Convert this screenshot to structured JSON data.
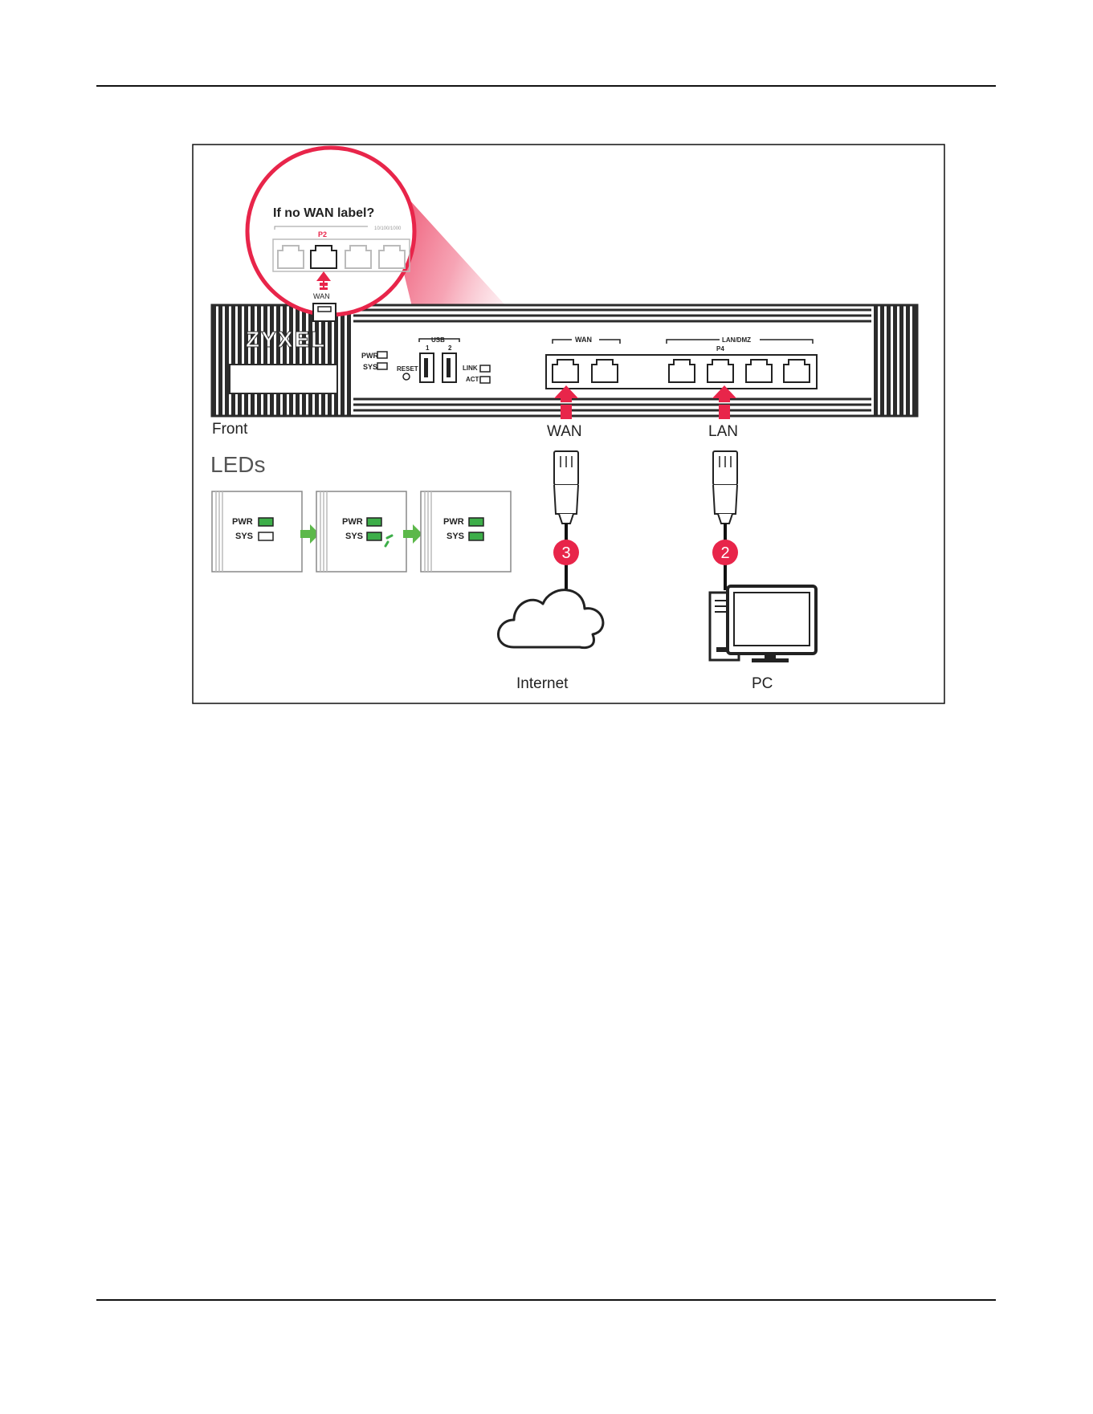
{
  "callout": {
    "title": "If no WAN label?",
    "port_label": "P2",
    "speed_label": "10/100/1000",
    "wan_label": "WAN"
  },
  "device": {
    "brand": "ZYXEL",
    "pwr_label": "PWR",
    "sys_label": "SYS",
    "reset_label": "RESET",
    "usb_label": "USB",
    "usb_port_1": "1",
    "usb_port_2": "2",
    "link_label": "LINK",
    "act_label": "ACT",
    "wan_group_label": "WAN",
    "lan_group_label": "LAN/DMZ",
    "lan_port_label": "P4"
  },
  "labels": {
    "front": "Front",
    "leds_heading": "LEDs",
    "wan_cable": "WAN",
    "lan_cable": "LAN",
    "internet": "Internet",
    "pc": "PC"
  },
  "steps": {
    "wan_step": "3",
    "lan_step": "2"
  },
  "led_panels": [
    {
      "pwr": "PWR",
      "sys": "SYS",
      "state": "PWR on, SYS off"
    },
    {
      "pwr": "PWR",
      "sys": "SYS",
      "state": "PWR on, SYS blinking"
    },
    {
      "pwr": "PWR",
      "sys": "SYS",
      "state": "PWR on, SYS on"
    }
  ],
  "colors": {
    "accent_red": "#e8254a",
    "led_green": "#3dae49",
    "arrow_green": "#5cb84a",
    "device_dark": "#2b2b2b"
  }
}
